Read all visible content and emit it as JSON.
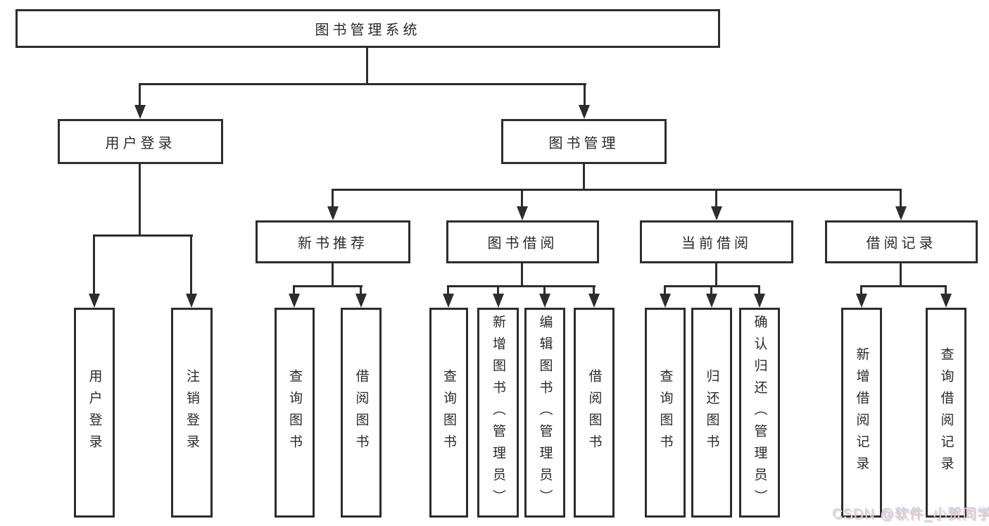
{
  "diagram": {
    "root": {
      "label": "图书管理系统"
    },
    "branches": [
      {
        "label": "用户登录",
        "children": [
          {
            "label": "用户登录"
          },
          {
            "label": "注销登录"
          }
        ]
      },
      {
        "label": "图书管理",
        "children": [
          {
            "label": "新书推荐",
            "children": [
              {
                "label": "查询图书"
              },
              {
                "label": "借阅图书"
              }
            ]
          },
          {
            "label": "图书借阅",
            "children": [
              {
                "label": "查询图书"
              },
              {
                "label": "新增图书（管理员）"
              },
              {
                "label": "编辑图书（管理员）"
              },
              {
                "label": "借阅图书"
              }
            ]
          },
          {
            "label": "当前借阅",
            "children": [
              {
                "label": "查询图书"
              },
              {
                "label": "归还图书"
              },
              {
                "label": "确认归还（管理员）"
              }
            ]
          },
          {
            "label": "借阅记录",
            "children": [
              {
                "label": "新增借阅记录"
              },
              {
                "label": "查询借阅记录"
              }
            ]
          }
        ]
      }
    ],
    "colors": {
      "line": "#2d2d2d",
      "text": "#2a2a2a",
      "box_bg": "#ffffff",
      "watermark": "#dcd9dc"
    },
    "watermark": {
      "text": "CSDN @软件_小贺同学"
    }
  }
}
